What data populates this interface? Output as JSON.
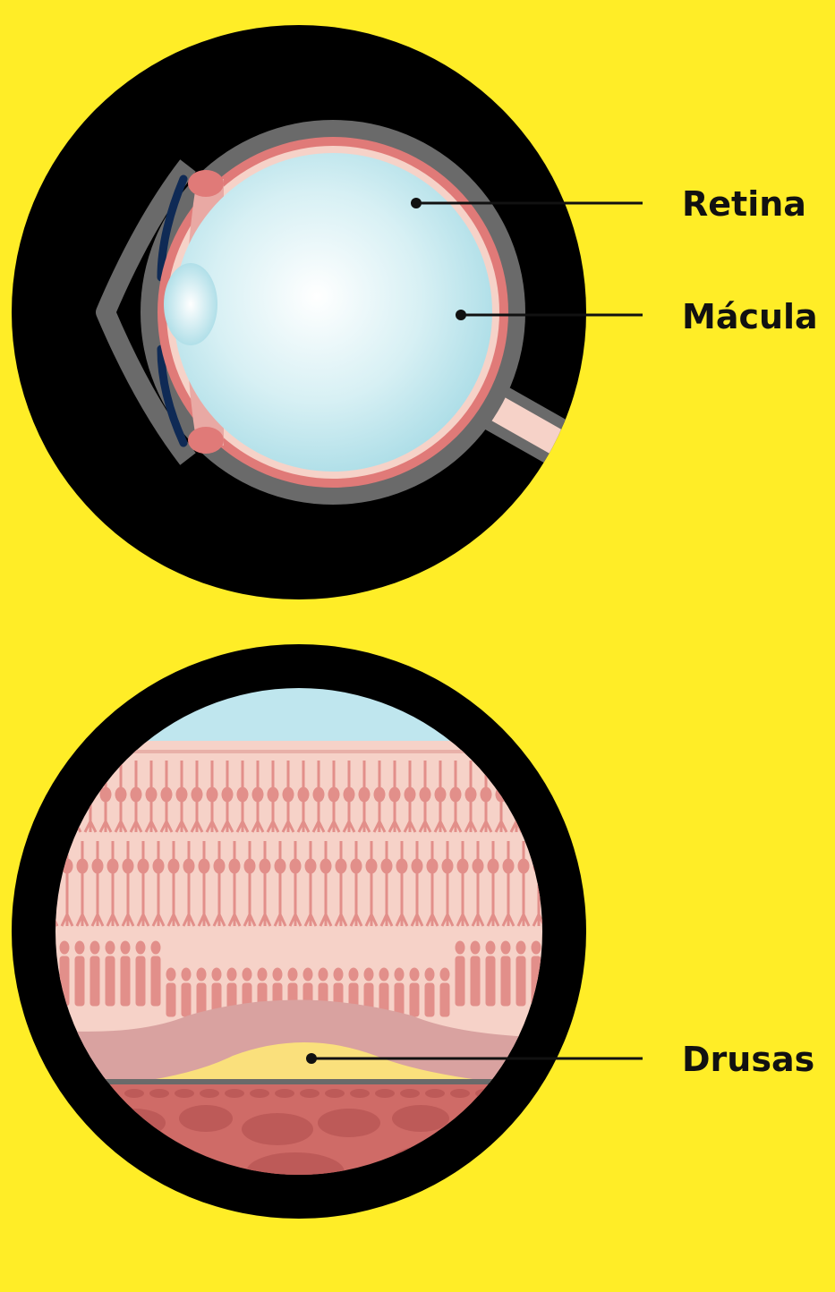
{
  "labels": {
    "retina": "Retina",
    "macula": "Mácula",
    "drusen": "Drusas"
  },
  "colors": {
    "background": "#FFED27",
    "frame": "#000000",
    "sclera": "#6A6A6A",
    "choroid": "#E07A78",
    "retina_layer": "#F6D2C8",
    "vitreous": "#BFE6EE",
    "photoreceptor": "#E28F8A",
    "drusen": "#FAE07C",
    "leader_line": "#111111"
  },
  "icons": {
    "eye": "eye-cross-section",
    "retina_detail": "retina-layers-cross-section"
  }
}
